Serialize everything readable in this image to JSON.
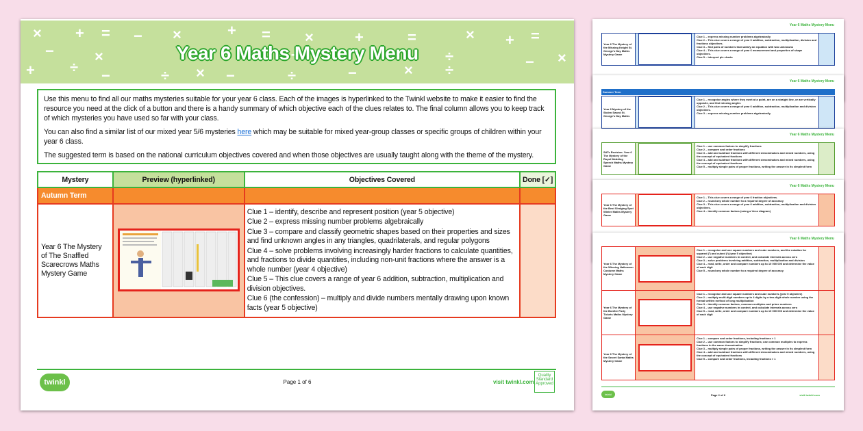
{
  "main": {
    "title": "Year 6 Maths Mystery Menu",
    "intro": {
      "p1": "Use this menu to find all our maths mysteries suitable for your year 6 class. Each of the images is hyperlinked to the Twinkl website to make it easier to find the resource you need at the click of a button and there is a handy summary of which objective each of the clues relates to. The final column allows you to keep track of which mysteries you have used so far with your class.",
      "p2_before": "You can also find a similar list of our mixed year 5/6 mysteries ",
      "p2_link": "here",
      "p2_after": " which may be suitable for mixed year-group classes or specific groups of children within your year 6 class.",
      "p3": "The suggested term is based on the national curriculum objectives covered and when those objectives are usually taught along with the theme of the mystery."
    },
    "table": {
      "headers": [
        "Mystery",
        "Preview (hyperlinked)",
        "Objectives Covered",
        "Done [✓]"
      ],
      "term": "Autumn Term",
      "rows": [
        {
          "mystery": "Year 6 The Mystery of The Snaffled Scarecrows Maths Mystery Game",
          "clues": [
            "Clue 1 – identify, describe and represent position (year 5 objective)",
            "Clue 2 – express missing number problems algebraically",
            "Clue 3 – compare and classify geometric shapes based on their properties and sizes and find unknown angles in any triangles, quadrilaterals, and regular polygons",
            "Clue 4 – solve problems involving increasingly harder fractions to calculate quantities, and fractions to divide quantities, including non-unit fractions where the answer is a whole number (year 4 objective)",
            "Clue 5 – This clue covers a range of year 6 addition, subtraction, multiplication and division objectives.",
            "Clue 6 (the confession) – multiply and divide numbers mentally drawing upon known facts (year 5 objective)"
          ]
        }
      ]
    },
    "footer": {
      "logo": "twinkl",
      "page": "Page 1 of 6",
      "visit": "visit twinkl.com",
      "badge": "Quality Standard Approved"
    }
  },
  "stack": {
    "header": "Year 6 Maths Mystery Menu",
    "pages": [
      {
        "term": "",
        "color": "#1b3f9a",
        "fill": "#cfe6f7",
        "mystery": "Year 6 The Mystery of the Missing Knight St. George's Day Maths Mystery Game",
        "clues": [
          "Clue 1 – express missing number problems algebraically",
          "Clue 2 – This clue covers a range of year 6 addition, subtraction, multiplication, division and fractions objectives.",
          "Clue 3 – find pairs of numbers that satisfy an equation with two unknowns",
          "Clue 4 – This clue covers a range of year 6 measurement and properties of shape objectives.",
          "Clue 5 – interpret pie charts"
        ]
      },
      {
        "term": "Summer Term",
        "color": "#1b3f9a",
        "fill": "#cfe6f7",
        "mystery": "Year 6 Mystery of the Stolen Sword St. George's Day Maths",
        "clues": [
          "Clue 1 – recognise angles where they meet at a point, are on a straight line, or are vertically opposite, and find missing angles",
          "Clue 2 – This clue covers a range of year 6 addition, subtraction, multiplication and division objectives.",
          "Clue 3 – express missing number problems algebraically"
        ]
      },
      {
        "term": "",
        "color": "#4f9a2a",
        "fill": "#dcedc8",
        "mystery": "SATs Revision: Year 6 The Mystery of the Royal Wedding Speech Maths Mystery Game",
        "clues": [
          "Clue 1 – use common factors to simplify fractions",
          "Clue 2 – compare and order fractions",
          "Clue 3 – add and subtract fractions with different denominators and mixed numbers, using the concept of equivalent fractions",
          "Clue 4 – add and subtract fractions with different denominators and mixed numbers, using the concept of equivalent fractions",
          "Clue 5 – multiply simple pairs of proper fractions, writing the answer in its simplest form"
        ]
      },
      {
        "term": "",
        "color": "#e5221b",
        "fill": "#f9c4a3",
        "mystery": "Year 6 The Mystery of the Best Sledging Spot Winter Maths Mystery Game",
        "clues": [
          "Clue 1 – This clue covers a range of year 6 fraction objectives.",
          "Clue 2 – round any whole number to a required degree of accuracy",
          "Clue 3 – This clue covers a range of year 6 addition, subtraction, multiplication and division objectives.",
          "Clue 4 – identify common factors (using a Venn diagram)"
        ]
      }
    ],
    "last_page": {
      "rows": [
        {
          "mystery": "Year 6 The Mystery of the Winning Halloween Costume Maths Mystery Game",
          "clues": [
            "Clue 1 – recognise and use square numbers and cube numbers, and the notation for squared (²) and cubed (³) (year 5 objective)",
            "Clue 2 – use negative numbers in context, and calculate intervals across zero",
            "Clue 3 – solve problems involving addition, subtraction, multiplication and division",
            "Clue 4 – read, write, order and compare numbers up to 10 000 000 and determine the value of each digit",
            "Clue 5 – round any whole number to a required degree of accuracy"
          ]
        },
        {
          "mystery": "Year 6 The Mystery of the Bonfire Party Tickets Maths Mystery Game",
          "clues": [
            "Clue 1 – recognise and use square numbers and cube numbers (year 5 objective)",
            "Clue 2 – multiply multi-digit numbers up to 4 digits by a two-digit whole number using the formal written method of long multiplication",
            "Clue 3 – identify common factors, common multiples and prime numbers",
            "Clue 4 – use negative numbers in context, and calculate intervals across zero",
            "Clue 5 – read, write, order and compare numbers up to 10 000 000 and determine the value of each digit"
          ]
        },
        {
          "mystery": "Year 6 The Mystery of the Secret Santa Maths Mystery Game",
          "clues": [
            "Clue 1 – compare and order fractions, including fractions > 1",
            "Clue 2 – use common factors to simplify fractions; use common multiples to express fractions in the same denomination",
            "Clue 3 – multiply simple pairs of proper fractions, writing the answer in its simplest form",
            "Clue 4 – add and subtract fractions with different denominators and mixed numbers, using the concept of equivalent fractions",
            "Clue 5 – compare and order fractions, including fractions > 1"
          ]
        }
      ],
      "page": "Page 2 of 6",
      "visit": "visit twinkl.com",
      "logo": "twinkl"
    }
  },
  "colors": {
    "green": "#3bb33b",
    "banner": "#c5e09c",
    "orange": "#f68b2d",
    "red": "#e5221b",
    "peach": "#f9c4a3",
    "background": "#f8dde9"
  }
}
